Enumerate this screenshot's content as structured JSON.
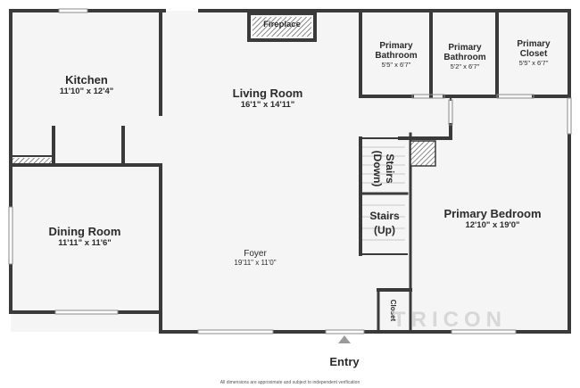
{
  "rooms": {
    "kitchen": {
      "name": "Kitchen",
      "dims": "11'10\" x 12'4\""
    },
    "living_room": {
      "name": "Living Room",
      "dims": "16'1\" x 14'11\""
    },
    "fireplace": {
      "name": "Fireplace"
    },
    "primary_bathroom_1": {
      "name": "Primary Bathroom",
      "dims": "5'5\" x 6'7\""
    },
    "primary_bathroom_2": {
      "name": "Primary Bathroom",
      "dims": "5'2\" x 6'7\""
    },
    "primary_closet": {
      "name": "Primary Closet",
      "dims": "5'5\" x 6'7\""
    },
    "stairs_down": {
      "name": "Stairs (Down)"
    },
    "stairs_up": {
      "name": "Stairs (Up)"
    },
    "dining_room": {
      "name": "Dining Room",
      "dims": "11'11\" x 11'6\""
    },
    "foyer": {
      "name": "Foyer",
      "dims": "19'11\" x 11'0\""
    },
    "primary_bedroom": {
      "name": "Primary Bedroom",
      "dims": "12'10\" x 19'0\""
    },
    "closet": {
      "name": "Closet"
    }
  },
  "entry_label": "Entry",
  "watermark": "TRICON",
  "disclaimer": "All dimensions are approximate and subject to independent verification",
  "colors": {
    "wall": "#3a3a3a",
    "floor": "#f4f4f4",
    "hatch": "#555555"
  }
}
